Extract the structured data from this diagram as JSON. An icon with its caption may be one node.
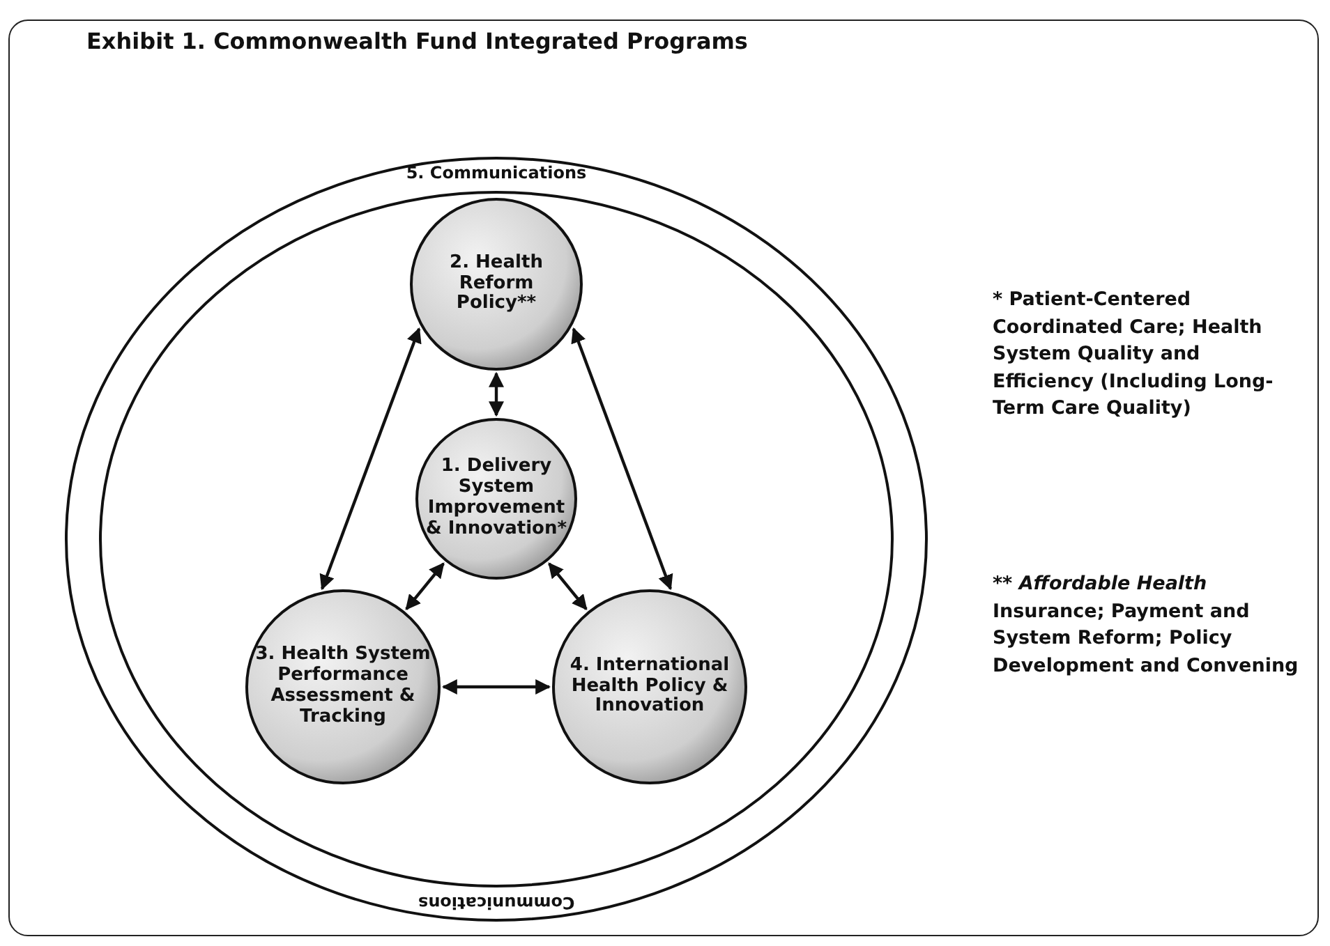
{
  "diagram": {
    "title": "Exhibit 1. Commonwealth Fund Integrated Programs",
    "nodes": [
      {
        "text": [
          "5. Communications",
          "Communications"
        ]
      },
      {
        "text": [
          "2. Health Reform Policy**"
        ],
        "in": 0
      },
      {
        "text": [
          "1. Delivery System Improvement & Innovation*"
        ],
        "in": 0
      },
      {
        "text": [
          "3. Health System Performance Assessment & Tracking"
        ],
        "in": 0
      },
      {
        "text": [
          "4. International Health Policy & Innovation"
        ],
        "in": 0
      }
    ],
    "edges": [
      {
        "from": 2,
        "to": 1,
        "arrow": "both"
      },
      {
        "from": 2,
        "to": 3,
        "arrow": "both"
      },
      {
        "from": 2,
        "to": 4,
        "arrow": "both"
      },
      {
        "from": 1,
        "to": 3,
        "arrow": "both"
      },
      {
        "from": 1,
        "to": 4,
        "arrow": "both"
      },
      {
        "from": 3,
        "to": 4,
        "arrow": "both"
      }
    ],
    "labels": [
      "* Patient-Centered Coordinated Care; Health System Quality and Efficiency (Including Long-Term Care Quality)",
      "** *Affordable Health* Insurance; Payment and System Reform; Policy Development and Convening"
    ]
  }
}
